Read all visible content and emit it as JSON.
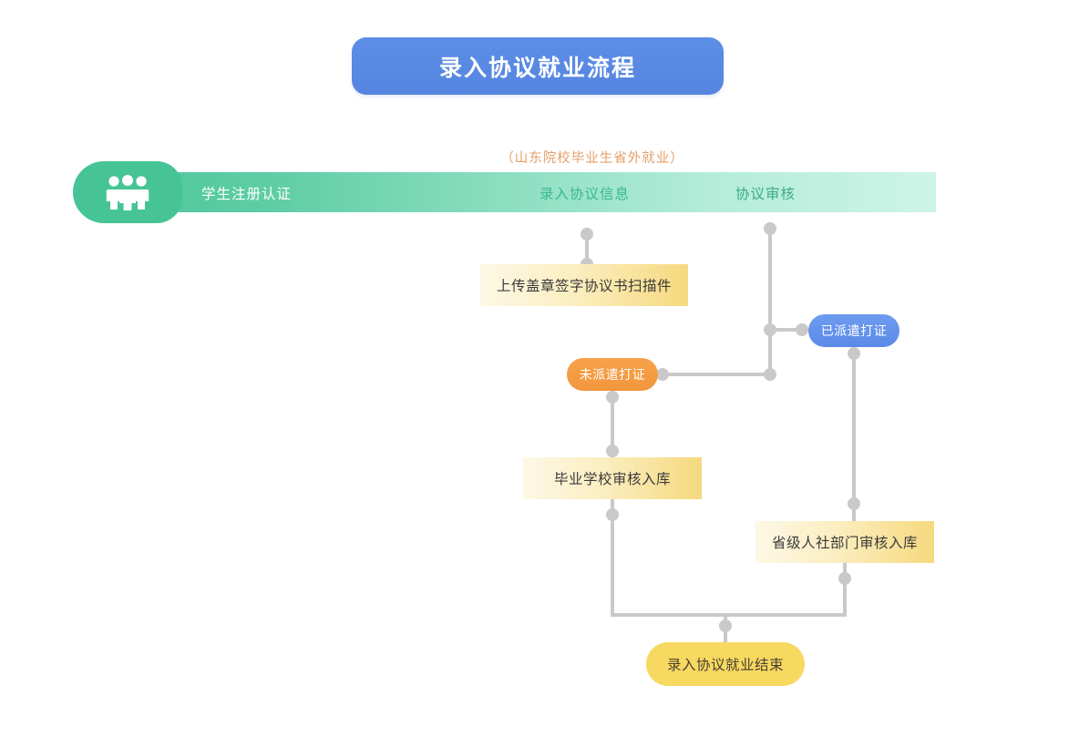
{
  "page": {
    "title": "录入协议就业流程",
    "subtitle": "（山东院校毕业生省外就业）",
    "background": "#ffffff"
  },
  "colors": {
    "title_pill": "#5585e0",
    "subtitle_text": "#e3a06a",
    "banner_start": "#4ec79b",
    "banner_end": "#cdf4e6",
    "box_gradient_start": "#fdf8e7",
    "box_gradient_end": "#f6d97f",
    "pill_orange": "#f2963c",
    "pill_blue": "#5b8ae8",
    "pill_end": "#f7d860",
    "connector": "#c9c9c9"
  },
  "banner": {
    "icon": "three-people-icon",
    "stages": [
      {
        "label": "学生注册认证"
      },
      {
        "label": "录入协议信息"
      },
      {
        "label": "协议审核"
      }
    ]
  },
  "nodes": {
    "upload": "上传盖章签字协议书扫描件",
    "not_dispatched": "未派遣打证",
    "dispatched": "已派遣打证",
    "school_review": "毕业学校审核入库",
    "province_review": "省级人社部门审核入库",
    "end": "录入协议就业结束"
  },
  "flow": {
    "type": "flowchart",
    "edges": [
      {
        "from": "录入协议信息",
        "to": "上传盖章签字协议书扫描件"
      },
      {
        "from": "协议审核",
        "to": "已派遣打证"
      },
      {
        "from": "协议审核",
        "to": "未派遣打证"
      },
      {
        "from": "未派遣打证",
        "to": "毕业学校审核入库"
      },
      {
        "from": "已派遣打证",
        "to": "省级人社部门审核入库"
      },
      {
        "from": "毕业学校审核入库",
        "to": "录入协议就业结束"
      },
      {
        "from": "省级人社部门审核入库",
        "to": "录入协议就业结束"
      }
    ]
  }
}
